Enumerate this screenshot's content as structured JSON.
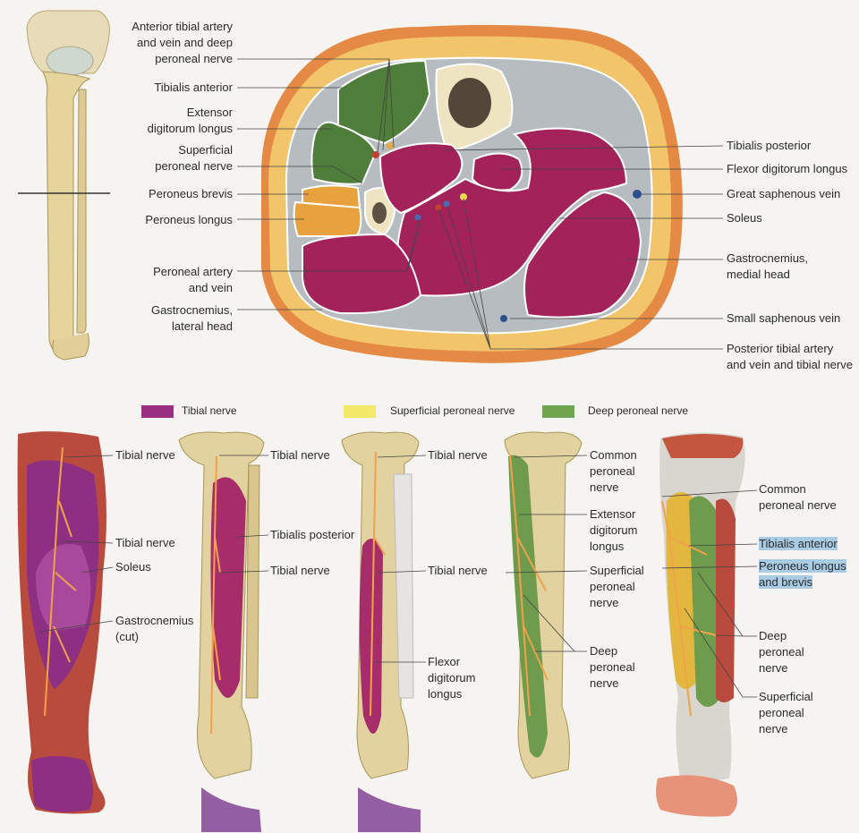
{
  "colors": {
    "tibial": "#9b2f7f",
    "superficial": "#f4ea6a",
    "deep": "#6fa64f",
    "highlight": "#a9cbe4"
  },
  "legend": [
    {
      "label": "Tibial nerve",
      "color": "#9b2f7f"
    },
    {
      "label": "Superficial peroneal nerve",
      "color": "#f4ea6a"
    },
    {
      "label": "Deep peroneal nerve",
      "color": "#6fa64f"
    }
  ],
  "cross_section": {
    "left_labels": [
      "Anterior tibial artery\nand vein and deep\nperoneal nerve",
      "Tibialis anterior",
      "Extensor\ndigitorum longus",
      "Superficial\nperoneal nerve",
      "Peroneus brevis",
      "Peroneus longus",
      "Peroneal artery\nand vein",
      "Gastrocnemius,\nlateral head"
    ],
    "right_labels": [
      "Tibialis posterior",
      "Flexor digitorum longus",
      "Great saphenous vein",
      "Soleus",
      "Gastrocnemius,\nmedial head",
      "Small saphenous vein",
      "Posterior tibial artery\nand vein and tibial nerve"
    ]
  },
  "panels": {
    "p1": [
      "Tibial nerve",
      "Tibial nerve",
      "Soleus",
      "Gastrocnemius\n(cut)"
    ],
    "p2": [
      "Tibial nerve",
      "Tibialis posterior",
      "Tibial nerve"
    ],
    "p3": [
      "Tibial nerve",
      "Tibial nerve",
      "Flexor\ndigitorum\nlongus"
    ],
    "p4": [
      "Common\nperoneal\nnerve",
      "Extensor\ndigitorum\nlongus",
      "Superficial\nperoneal\nnerve",
      "Deep\nperoneal\nnerve"
    ],
    "p5": [
      "Common\nperoneal nerve",
      "Tibialis anterior",
      "Peroneus longus\nand brevis",
      "Deep\nperoneal\nnerve",
      "Superficial\nperoneal\nnerve"
    ]
  }
}
